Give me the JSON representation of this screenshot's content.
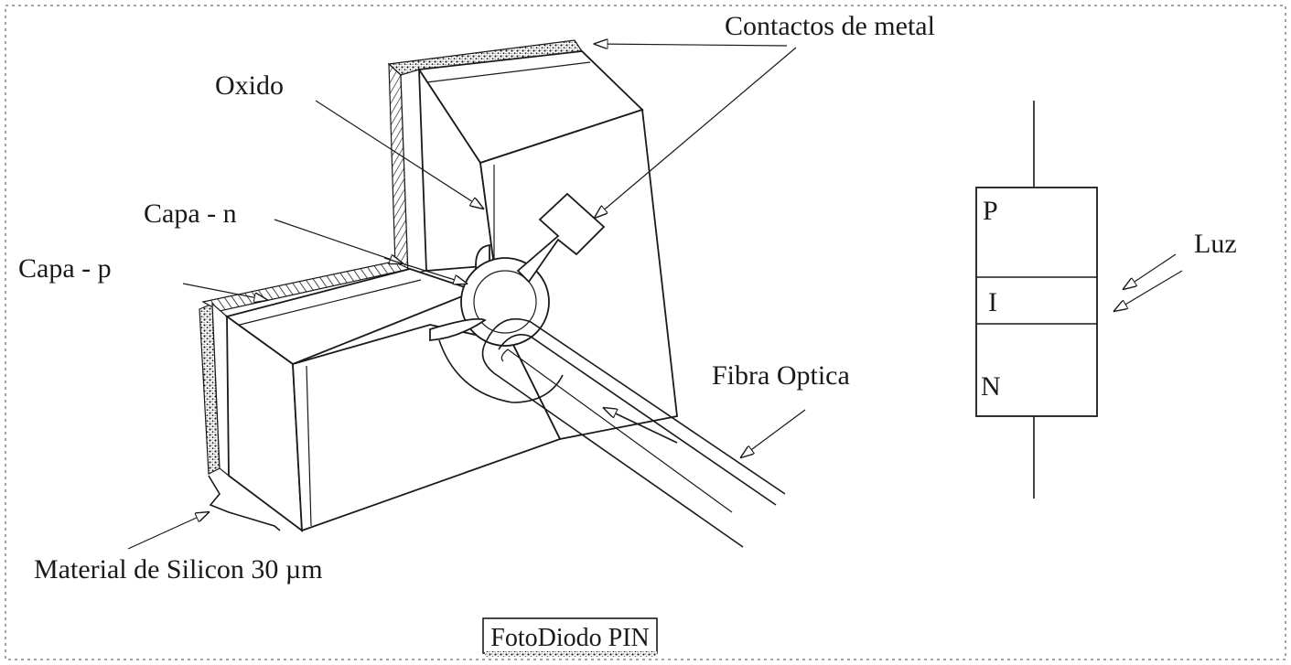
{
  "labels": {
    "contactos": "Contactos de metal",
    "oxido": "Oxido",
    "capa_n": "Capa - n",
    "capa_p": "Capa - p",
    "fibra": "Fibra Optica",
    "material": "Material de Silicon 30 µm",
    "caption": "FotoDiodo PIN"
  },
  "pin_symbol": {
    "p": "P",
    "i": "I",
    "n": "N",
    "luz": "Luz"
  },
  "colors": {
    "ink": "#1a1a1a",
    "background": "#ffffff"
  }
}
